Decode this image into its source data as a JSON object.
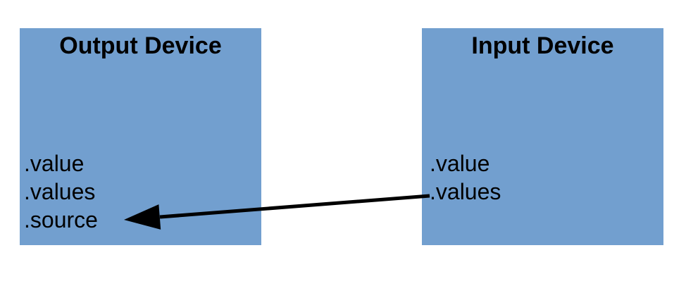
{
  "diagram": {
    "background": "#ffffff",
    "colors": {
      "box_fill": "#729fcf",
      "text": "#000000",
      "arrow": "#000000"
    },
    "boxes": [
      {
        "id": "output-device",
        "title": "Output Device",
        "items": [
          ".value",
          ".values",
          ".source"
        ]
      },
      {
        "id": "input-device",
        "title": "Input Device",
        "items": [
          ".value",
          ".values"
        ]
      }
    ],
    "connector": {
      "from": "input-device .values",
      "to": "output-device .source",
      "style": "solid-black-arrow"
    }
  }
}
